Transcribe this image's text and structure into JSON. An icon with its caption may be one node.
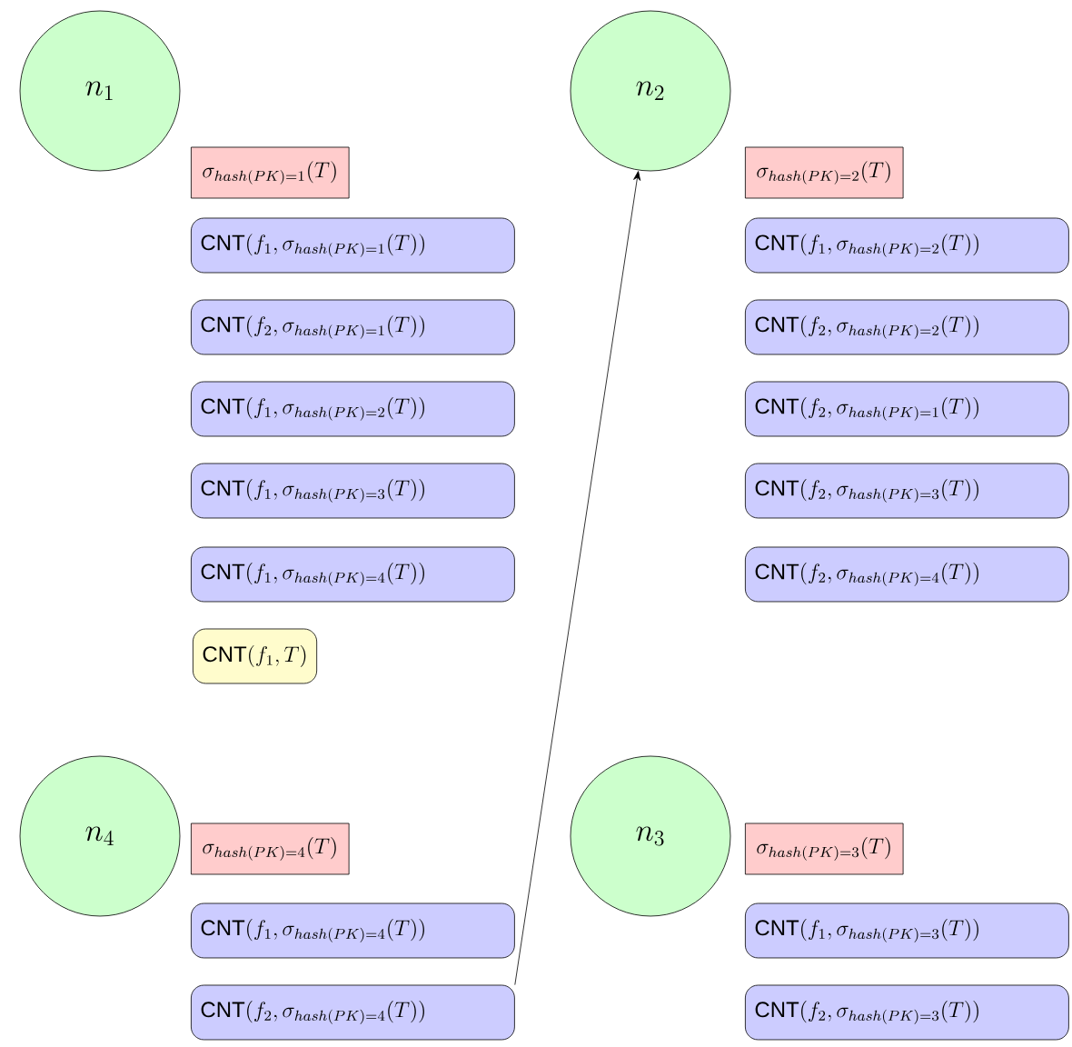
{
  "diagram": {
    "nodes": [
      {
        "text": [
          "n_1"
        ]
      },
      {
        "text": [
          "\\sigma_{hash(PK)=1}(T)"
        ]
      },
      {
        "text": [
          "\\mathrm{CNT}(f_1,\\sigma_{hash(PK)=1}(T))"
        ]
      },
      {
        "text": [
          "\\mathrm{CNT}(f_2,\\sigma_{hash(PK)=1}(T))"
        ]
      },
      {
        "text": [
          "\\mathrm{CNT}(f_1,\\sigma_{hash(PK)=2}(T))"
        ]
      },
      {
        "text": [
          "\\mathrm{CNT}(f_1,\\sigma_{hash(PK)=3}(T))"
        ]
      },
      {
        "text": [
          "\\mathrm{CNT}(f_1,\\sigma_{hash(PK)=4}(T))"
        ]
      },
      {
        "text": [
          "\\mathrm{CNT}(f_1,T)"
        ]
      },
      {
        "text": [
          "n_2"
        ]
      },
      {
        "text": [
          "\\sigma_{hash(PK)=2}(T)"
        ]
      },
      {
        "text": [
          "\\mathrm{CNT}(f_1,\\sigma_{hash(PK)=2}(T))"
        ]
      },
      {
        "text": [
          "\\mathrm{CNT}(f_2,\\sigma_{hash(PK)=2}(T))"
        ]
      },
      {
        "text": [
          "\\mathrm{CNT}(f_2,\\sigma_{hash(PK)=1}(T))"
        ]
      },
      {
        "text": [
          "\\mathrm{CNT}(f_2,\\sigma_{hash(PK)=3}(T))"
        ]
      },
      {
        "text": [
          "\\mathrm{CNT}(f_2,\\sigma_{hash(PK)=4}(T))"
        ]
      },
      {
        "text": [
          "n_4"
        ]
      },
      {
        "text": [
          "\\sigma_{hash(PK)=4}(T)"
        ]
      },
      {
        "text": [
          "\\mathrm{CNT}(f_1,\\sigma_{hash(PK)=4}(T))"
        ]
      },
      {
        "text": [
          "\\mathrm{CNT}(f_2,\\sigma_{hash(PK)=4}(T))"
        ]
      },
      {
        "text": [
          "n_3"
        ]
      },
      {
        "text": [
          "\\sigma_{hash(PK)=3}(T)"
        ]
      },
      {
        "text": [
          "\\mathrm{CNT}(f_1,\\sigma_{hash(PK)=3}(T))"
        ]
      },
      {
        "text": [
          "\\mathrm{CNT}(f_2,\\sigma_{hash(PK)=3}(T))"
        ]
      }
    ],
    "edges": [
      {
        "from": 18,
        "to": 8,
        "arrow": "to"
      }
    ]
  }
}
